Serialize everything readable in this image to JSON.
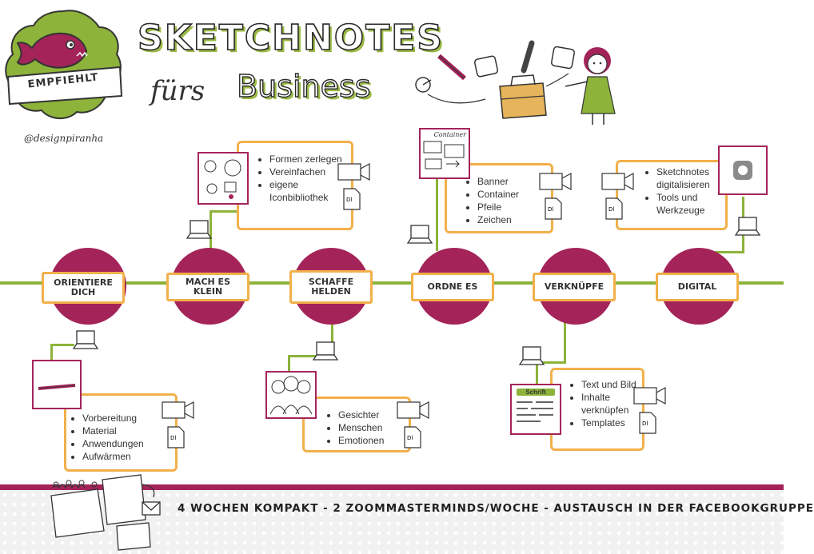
{
  "header": {
    "badge_text": "EMPFIEHLT",
    "credit": "@designpiranha",
    "title_line1": "SKETCHNOTES",
    "title_line2a": "fürs",
    "title_line2b": "Business"
  },
  "stages": [
    {
      "label": "ORIENTIERE DICH",
      "items": [
        "Vorbereitung",
        "Material",
        "Anwendungen",
        "Aufwärmen"
      ]
    },
    {
      "label": "MACH ES KLEIN",
      "items": [
        "Formen zerlegen",
        "Vereinfachen",
        "eigene Iconbibliothek"
      ]
    },
    {
      "label": "SCHAFFE HELDEN",
      "items": [
        "Gesichter",
        "Menschen",
        "Emotionen"
      ]
    },
    {
      "label": "ORDNE ES",
      "items": [
        "Banner",
        "Container",
        "Pfeile",
        "Zeichen"
      ],
      "thumb_text": "Container"
    },
    {
      "label": "VERKNÜPFE",
      "items": [
        "Text und Bild",
        "Inhalte verknüpfen",
        "Templates"
      ],
      "thumb_text": "Schrift"
    },
    {
      "label": "DIGITAL",
      "items": [
        "Sketchnotes digitalisieren",
        "Tools und Werkzeuge"
      ]
    }
  ],
  "footer": {
    "text": "4 WOCHEN KOMPAKT - 2 ZOOMMASTERMINDS/WOCHE - AUSTAUSCH IN DER FACEBOOKGRUPPE"
  },
  "colors": {
    "accent": "#a4245a",
    "line": "#8db33a",
    "frame": "#f2b04a"
  },
  "icons": [
    "video-icon",
    "document-icon",
    "laptop-icon",
    "envelope-icon",
    "piranha-icon"
  ]
}
